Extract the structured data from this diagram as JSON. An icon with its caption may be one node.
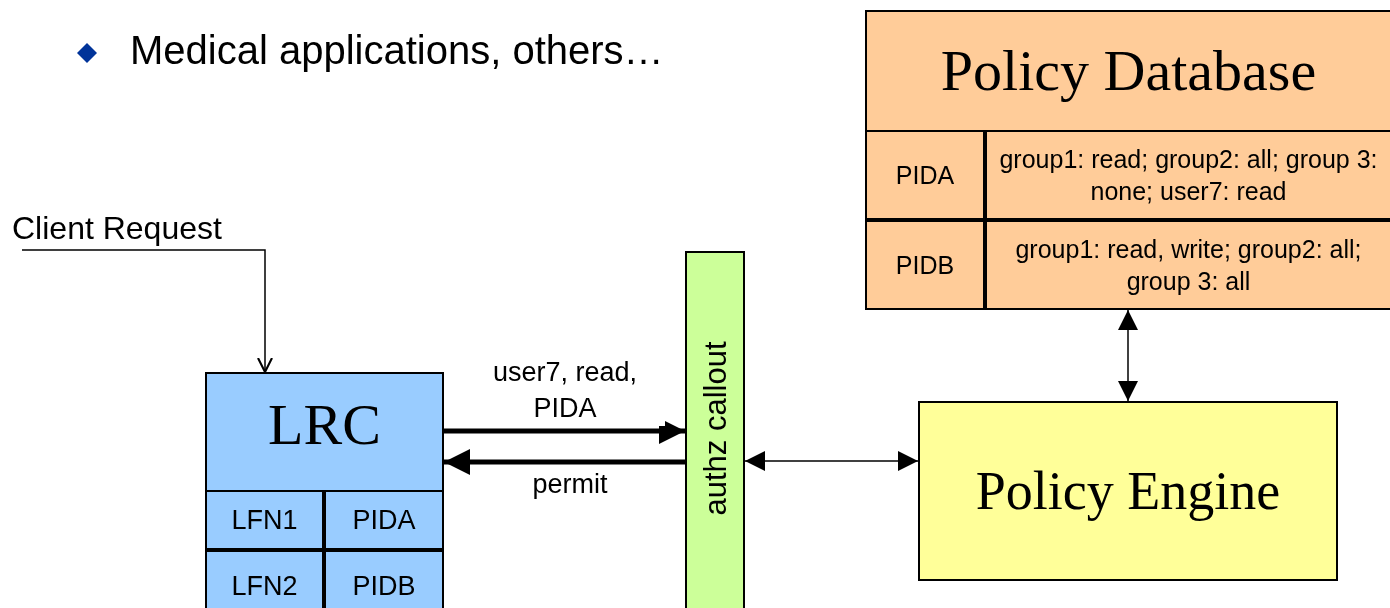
{
  "diagram": {
    "nodes": [
      {
        "text": [
          "Client Request"
        ]
      },
      {
        "text": [
          "LRC"
        ]
      },
      {
        "text": [
          "LFN1"
        ],
        "in": 1
      },
      {
        "text": [
          "PIDA"
        ],
        "in": 1
      },
      {
        "text": [
          "LFN2"
        ],
        "in": 1
      },
      {
        "text": [
          "PIDB"
        ],
        "in": 1
      },
      {
        "text": [
          "authz callout"
        ]
      },
      {
        "text": [
          "Policy Engine"
        ]
      },
      {
        "text": [
          "Policy Database"
        ]
      },
      {
        "text": [
          "PIDA"
        ],
        "in": 8
      },
      {
        "text": [
          "group1: read; group2: all; group 3: none; user7: read"
        ],
        "in": 8
      },
      {
        "text": [
          "PIDB"
        ],
        "in": 8
      },
      {
        "text": [
          "group1: read, write; group2: all; group 3: all"
        ],
        "in": 8
      }
    ],
    "edges": [
      {
        "from": 0,
        "to": 1,
        "arrow": "to"
      },
      {
        "from": 1,
        "to": 6,
        "arrow": "to",
        "label": "user7, read, PIDA",
        "style": "thick"
      },
      {
        "from": 6,
        "to": 1,
        "arrow": "to",
        "label": "permit",
        "style": "thick"
      },
      {
        "from": 6,
        "to": 7,
        "arrow": "both"
      },
      {
        "from": 8,
        "to": 7,
        "arrow": "both"
      }
    ],
    "labels": [
      "Medical applications, others…"
    ]
  }
}
